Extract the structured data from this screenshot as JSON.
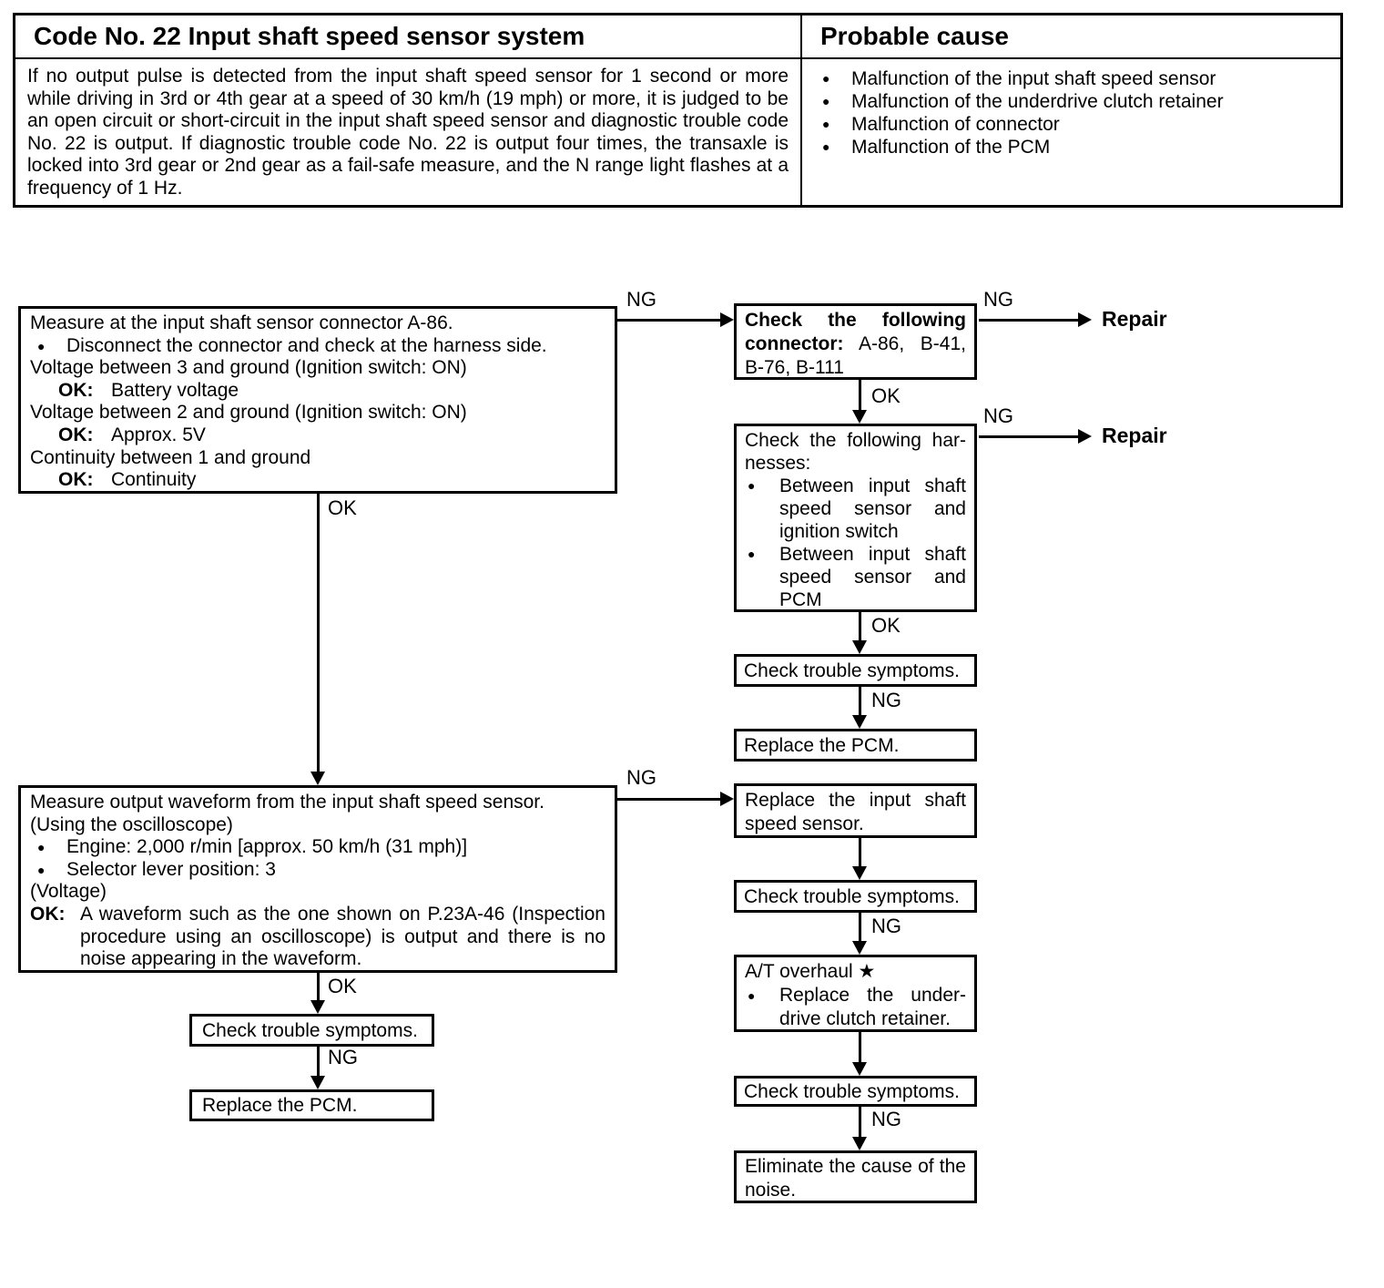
{
  "table": {
    "title": "Code No. 22 Input shaft speed sensor system",
    "probable_cause_header": "Probable cause",
    "description": "If no output pulse is detected from the input shaft speed sensor for 1 second or more while driving in 3rd or 4th gear at a speed of 30 km/h (19 mph) or more, it is judged to be an open circuit or short-circuit in the input shaft speed sensor and diagnostic trouble code No. 22 is output. If diagnostic trouble code No. 22 is output four times, the transaxle is locked into 3rd gear or 2nd gear as a fail-safe measure, and the N range light flashes at a frequency of 1 Hz.",
    "causes": [
      "Malfunction of the input shaft speed sensor",
      "Malfunction of the underdrive clutch retainer",
      "Malfunction of connector",
      "Malfunction of the PCM"
    ]
  },
  "labels": {
    "ng": "NG",
    "ok": "OK",
    "repair": "Repair"
  },
  "icons": {
    "bullet": "●"
  },
  "boxes": {
    "measure_connector": {
      "line1": "Measure at the input shaft sensor connector A-86.",
      "bullet1": "Disconnect the connector and check at the harness side.",
      "line2": "Voltage between 3 and ground (Ignition switch: ON)",
      "ok1_label": "OK:",
      "ok1_value": "Battery voltage",
      "line3": "Voltage between 2 and ground (Ignition switch: ON)",
      "ok2_label": "OK:",
      "ok2_value": "Approx. 5V",
      "line4": "Continuity between 1 and ground",
      "ok3_label": "OK:",
      "ok3_value": "Continuity"
    },
    "check_connector": {
      "bold": "Check the following connector:",
      "rest": "A-86, B-41, B-76, B-111"
    },
    "check_harness": {
      "intro": "Check the following har­nesses:",
      "bullet1": "Between input shaft speed sensor and ignition switch",
      "bullet2": "Between input shaft speed sensor and PCM"
    },
    "check_symptoms_r1": "Check trouble symptoms.",
    "replace_pcm_r": "Replace the PCM.",
    "measure_waveform": {
      "line1": "Measure output waveform from the input shaft speed sensor.",
      "line2": "(Using the oscilloscope)",
      "bullet1": "Engine: 2,000 r/min [approx. 50 km/h (31 mph)]",
      "bullet2": "Selector lever position: 3",
      "line3": "(Voltage)",
      "ok_label": "OK:",
      "ok_value": "A waveform such as the one shown on P.23A-46 (Inspection procedure using an oscilloscope) is output and there is no noise appearing in the waveform."
    },
    "replace_sensor": "Replace the input shaft speed sensor.",
    "check_symptoms_r2": "Check trouble symptoms.",
    "at_overhaul": {
      "line1": "A/T overhaul ★",
      "bullet": "Replace the under­drive clutch retainer."
    },
    "check_symptoms_r3": "Check trouble symptoms.",
    "eliminate_noise": "Eliminate the cause of the noise.",
    "check_symptoms_left": "Check trouble symptoms.",
    "replace_pcm_left": "Replace the PCM."
  }
}
